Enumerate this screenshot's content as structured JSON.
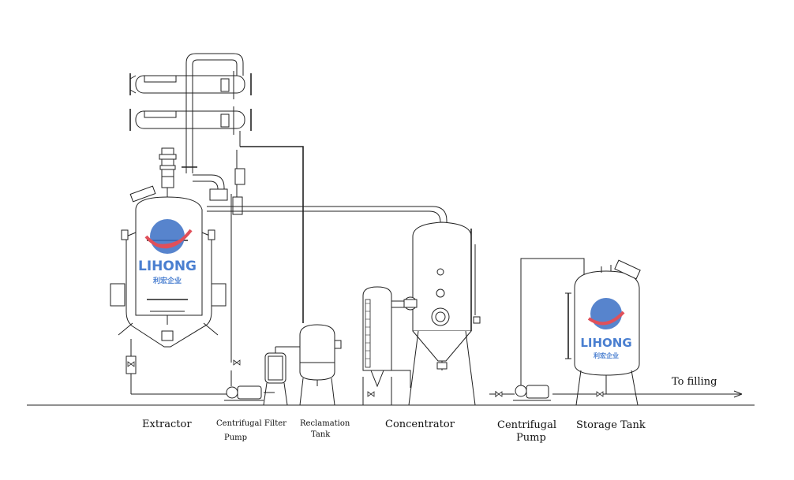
{
  "labels": {
    "extractor": "Extractor",
    "centrifugal_filter": "Centrifugal Filter",
    "filter_pump": "Pump",
    "reclamation": "Reclamation",
    "reclamation_tank": "Tank",
    "concentrator": "Concentrator",
    "centrifugal": "Centrifugal",
    "centrifugal_pump": "Pump",
    "storage_tank": "Storage Tank",
    "to_filling": "To filling"
  },
  "logo": {
    "brand": "LIHONG",
    "subtitle": "利宏企业",
    "colors": {
      "blue": "#3a6fc4",
      "red": "#e0505a",
      "text": "#4a7fd0"
    }
  },
  "colors": {
    "line": "#222222",
    "background": "#ffffff"
  }
}
